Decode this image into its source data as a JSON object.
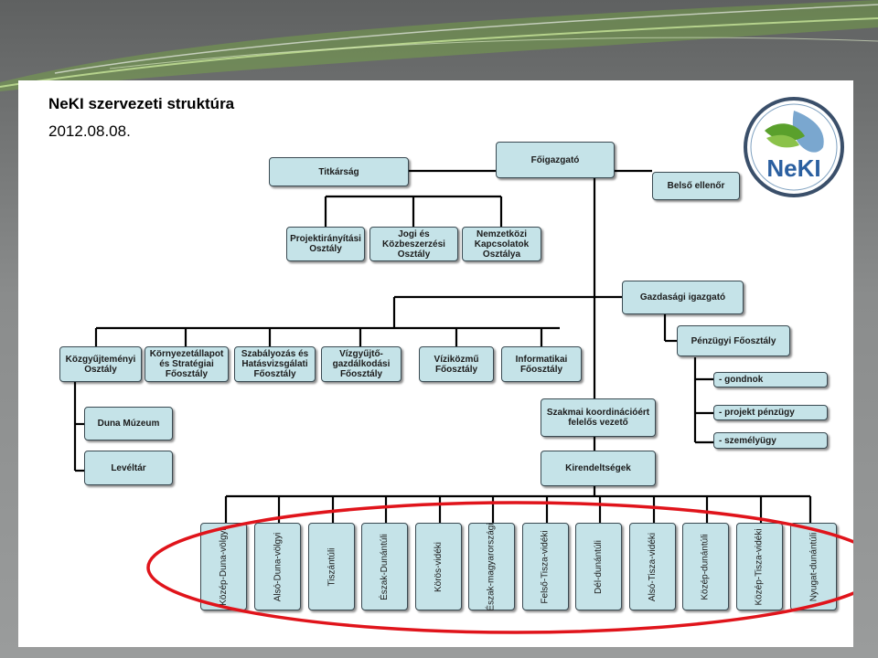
{
  "title": "NeKI szervezeti struktúra",
  "date": "2012.08.08.",
  "logo": {
    "text": "NeKI",
    "brand_green": "#5aa02c",
    "brand_blue": "#2a6fa8"
  },
  "colors": {
    "box_fill": "#c5e3e8",
    "box_border": "#3a4a52",
    "highlight_oval": "#e0141b"
  },
  "nodes": {
    "foigazgato": "Főigazgató",
    "titkarsag": "Titkárság",
    "belso_ellenor": "Belső ellenőr",
    "projektiranyitasi": "Projektirányítási\nOsztály",
    "jogi": "Jogi és\nKözbeszerzési\nOsztály",
    "nemzetkozi": "Nemzetközi\nKapcsolatok\nOsztálya",
    "gazdasagi_igazgato": "Gazdasági igazgató",
    "penzugyi": "Pénzügyi Főosztály",
    "gondnok": "- gondnok",
    "projekt_penzugy": "- projekt pénzügy",
    "szemelyugy": "- személyügy",
    "kozgyujtemenyi": "Közgyűjteményi\nOsztály",
    "kornyezetallapot": "Környezetállapot\nés Stratégiai\nFőosztály",
    "szabalyozas": "Szabályozás és\nHatásvizsgálati\nFőosztály",
    "vizgyujto": "Vízgyűjtő-\ngazdálkodási\nFőosztály",
    "vizikozmu": "Víziközmű\nFőosztály",
    "informatikai": "Informatikai\nFőosztály",
    "duna_muzeum": "Duna Múzeum",
    "leveltar": "Levéltár",
    "szakmai": "Szakmai koordinációért\nfelelős vezető",
    "kirendeltsegek": "Kirendeltségek"
  },
  "regions": [
    "Közép-Duna-völgyi",
    "Alsó-Duna-völgyi",
    "Tiszántúli",
    "Észak-Dunántúli",
    "Körös-vidéki",
    "Észak-magyarországi",
    "Felső-Tisza-vidéki",
    "Dél-dunántúli",
    "Alsó-Tisza-vidéki",
    "Közép-dunántúli",
    "Közép-Tisza-vidéki",
    "Nyugat-dunántúli"
  ]
}
